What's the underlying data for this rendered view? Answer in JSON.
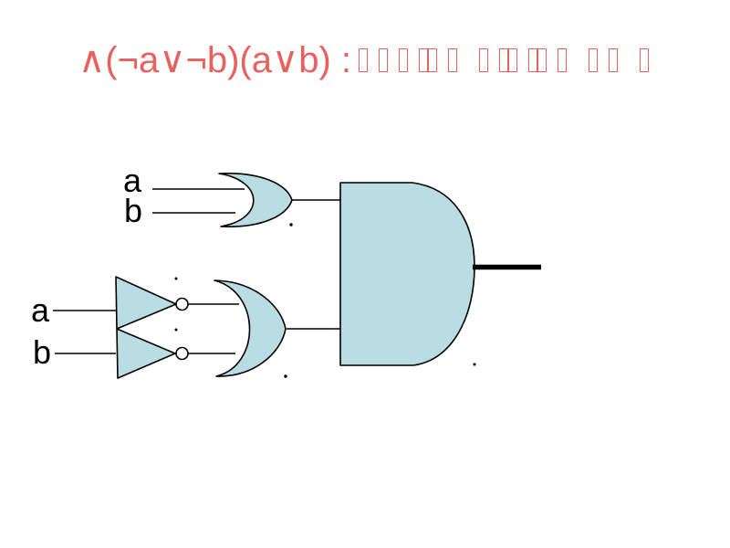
{
  "title": {
    "formula": "∧(¬a∨¬b)(a∨b) :",
    "color": "#e8615f",
    "tofu_groups": [
      [
        1,
        1,
        1,
        2,
        1
      ],
      [
        1,
        2,
        2,
        1
      ],
      [
        1,
        1
      ],
      [
        1
      ]
    ]
  },
  "circuit": {
    "gate_fill": "#b9dde2",
    "outline_color": "#000000",
    "gates": [
      "or-gate-top",
      "not-gate-a",
      "not-gate-b",
      "or-gate-bottom",
      "and-gate"
    ],
    "labels": {
      "or_input_a": "a",
      "or_input_b": "b",
      "not_input_a": "a",
      "not_input_b": "b"
    }
  }
}
